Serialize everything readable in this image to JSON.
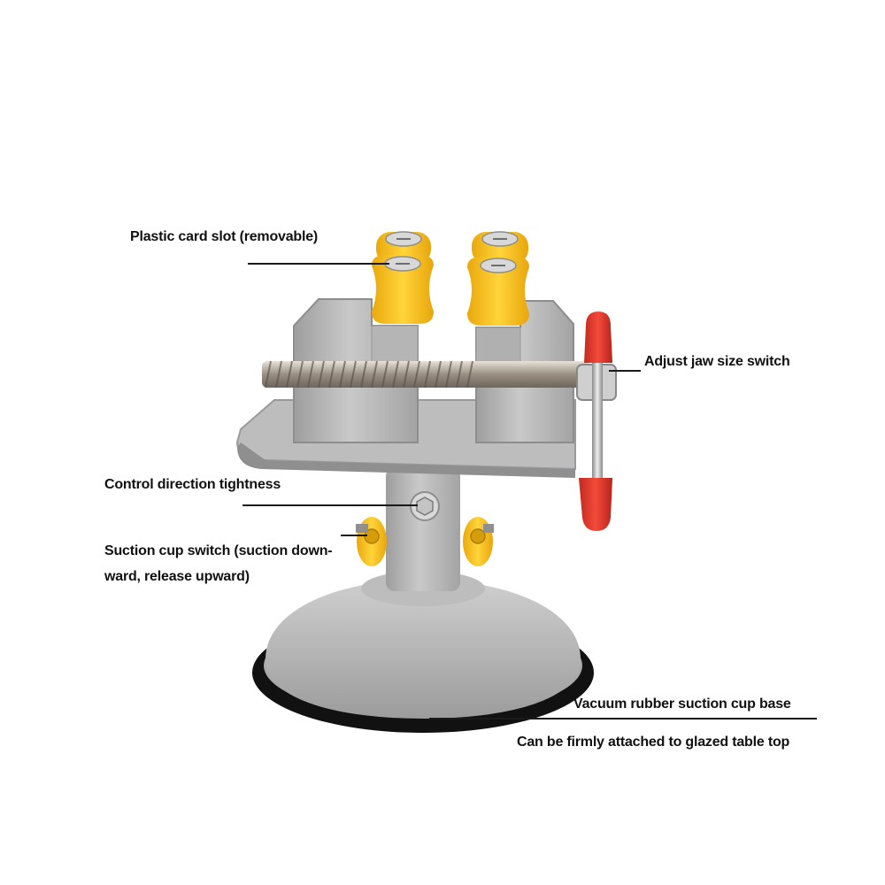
{
  "product": {
    "name": "bench-vise-with-suction-base",
    "colors": {
      "body": "#b3b3b3",
      "pads": "#f6c321",
      "handle_tips": "#e6392c",
      "rubber_ring": "#111111"
    }
  },
  "annotations": {
    "card_slot": "Plastic card slot (removable)",
    "jaw_switch": "Adjust jaw size switch",
    "direction": "Control direction tightness",
    "suction_switch_line1": "Suction cup switch (suction down-",
    "suction_switch_line2": "ward, release upward)",
    "base": "Vacuum rubber suction cup base",
    "table_top": "Can be firmly attached to glazed table top"
  }
}
